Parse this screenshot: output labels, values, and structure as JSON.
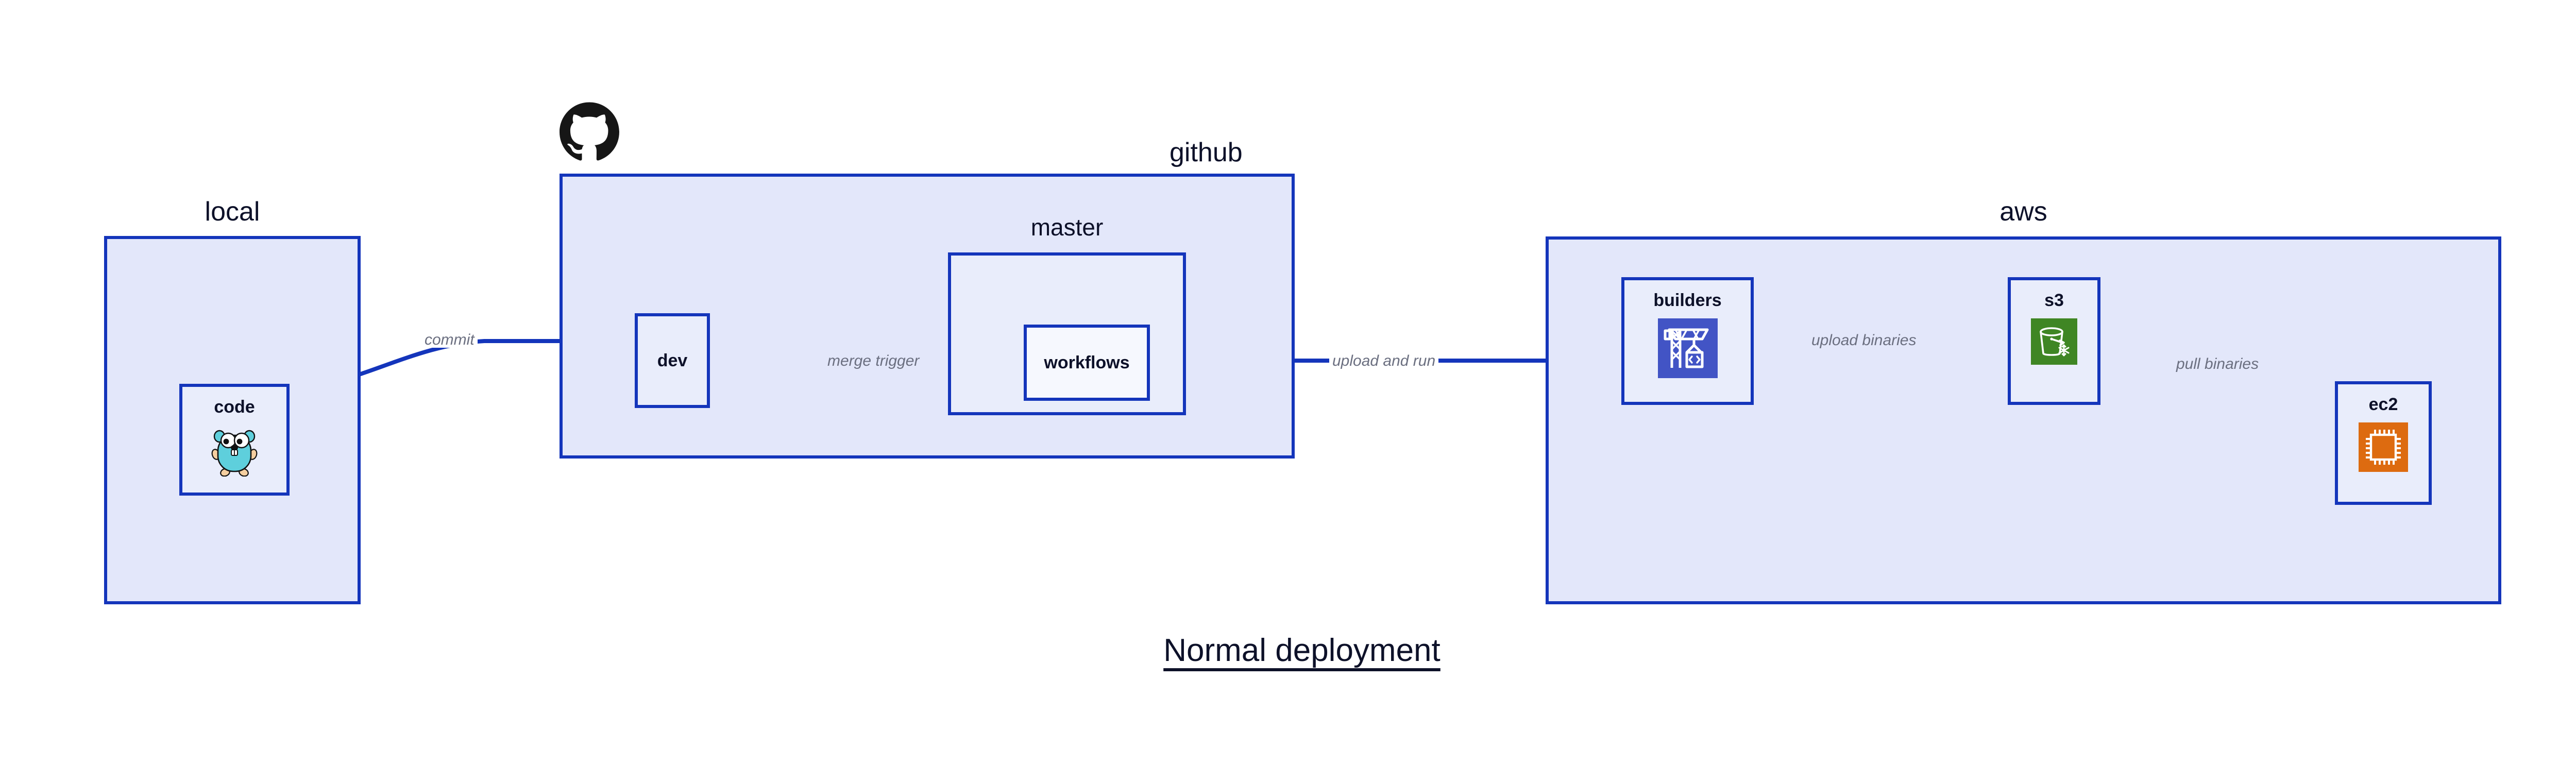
{
  "title": "Normal deployment",
  "colors": {
    "group_border": "#1435bb",
    "group_fill": "#e3e7fa",
    "node_fill": "#e9edfb",
    "node_fill_white": "#f6f8fe",
    "edge_stroke": "#1435bb",
    "edge_label_text": "#6b6f80",
    "text": "#0d1129",
    "codebuild_purple": "#4254c5",
    "s3_green": "#3f8624",
    "ec2_orange": "#dd6b10",
    "gopher_cyan": "#5ecfdc",
    "octocat_black": "#161616"
  },
  "groups": [
    {
      "id": "local",
      "label": "local"
    },
    {
      "id": "github",
      "label": "github"
    },
    {
      "id": "master",
      "label": "master"
    },
    {
      "id": "aws",
      "label": "aws"
    }
  ],
  "nodes": [
    {
      "id": "code",
      "label": "code",
      "icon": "go-gopher-icon"
    },
    {
      "id": "dev",
      "label": "dev",
      "icon": null
    },
    {
      "id": "workflows",
      "label": "workflows",
      "icon": null
    },
    {
      "id": "builders",
      "label": "builders",
      "icon": "aws-codebuild-icon"
    },
    {
      "id": "s3",
      "label": "s3",
      "icon": "aws-s3-glacier-icon"
    },
    {
      "id": "ec2",
      "label": "ec2",
      "icon": "aws-ec2-chip-icon"
    }
  ],
  "edges": [
    {
      "id": "commit",
      "label": "commit",
      "from": "code",
      "to": "dev"
    },
    {
      "id": "merge-trigger",
      "label": "merge trigger",
      "from": "dev",
      "to": "workflows"
    },
    {
      "id": "upload-and-run",
      "label": "upload and run",
      "from": "workflows",
      "to": "builders"
    },
    {
      "id": "upload-binaries",
      "label": "upload binaries",
      "from": "builders",
      "to": "s3"
    },
    {
      "id": "pull-binaries",
      "label": "pull binaries",
      "from": "s3",
      "to": "ec2"
    }
  ],
  "brand_marks": [
    {
      "id": "octocat",
      "icon": "github-octocat-icon"
    }
  ]
}
